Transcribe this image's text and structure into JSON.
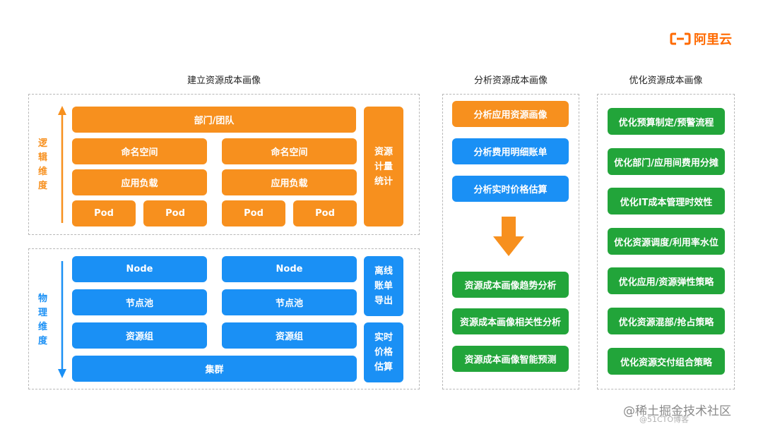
{
  "brand": {
    "logo_text": "阿里云"
  },
  "sections": {
    "build": {
      "title": "建立资源成本画像"
    },
    "analyze": {
      "title": "分析资源成本画像"
    },
    "optimize": {
      "title": "优化资源成本画像"
    }
  },
  "logical": {
    "axis_label": [
      "逻",
      "辑",
      "维",
      "度"
    ],
    "department": "部门/团队",
    "namespace_left": "命名空间",
    "namespace_right": "命名空间",
    "workload_left": "应用负载",
    "workload_right": "应用负载",
    "pods": [
      "Pod",
      "Pod",
      "Pod",
      "Pod"
    ],
    "side": [
      "资源",
      "计量",
      "统计"
    ]
  },
  "physical": {
    "axis_label": [
      "物",
      "理",
      "维",
      "度"
    ],
    "node_left": "Node",
    "node_right": "Node",
    "pool_left": "节点池",
    "pool_right": "节点池",
    "group_left": "资源组",
    "group_right": "资源组",
    "cluster": "集群",
    "side_top": [
      "离线",
      "账单",
      "导出"
    ],
    "side_bottom": [
      "实时",
      "价格",
      "估算"
    ]
  },
  "analyze": {
    "top": [
      "分析应用资源画像",
      "分析费用明细账单",
      "分析实时价格估算"
    ],
    "bottom": [
      "资源成本画像趋势分析",
      "资源成本画像相关性分析",
      "资源成本画像智能预测"
    ]
  },
  "optimize": {
    "items": [
      "优化预算制定/预警流程",
      "优化部门/应用间费用分摊",
      "优化IT成本管理时效性",
      "优化资源调度/利用率水位",
      "优化应用/资源弹性策略",
      "优化资源混部/抢占策略",
      "优化资源交付组合策略"
    ]
  },
  "watermark": {
    "main": "@稀土掘金技术社区",
    "sub": "@51CTO博客"
  },
  "colors": {
    "orange": "#f7901e",
    "blue": "#1a90f5",
    "green": "#22a53a",
    "brand": "#ff6a00"
  }
}
